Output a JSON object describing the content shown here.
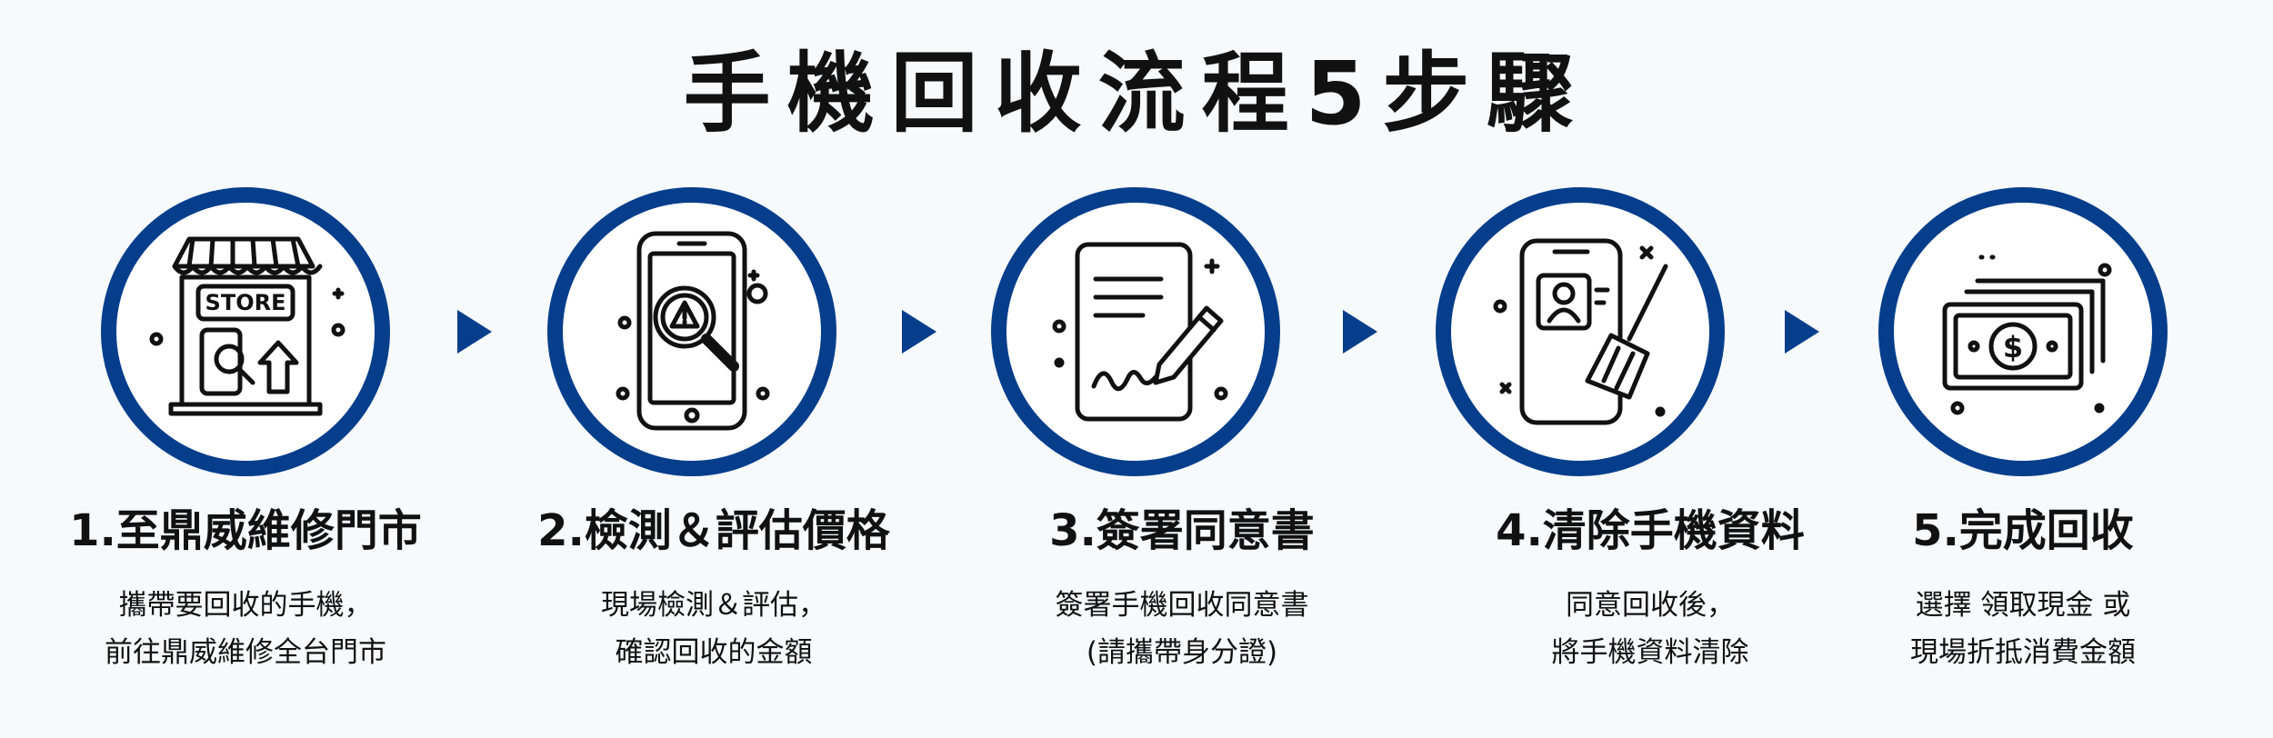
{
  "title": "手機回收流程5步驟",
  "accent_color": "#063e8c",
  "steps": [
    {
      "icon": "store-icon",
      "title": "1.至鼎威維修門市",
      "store_sign": "STORE",
      "desc1": "攜帶要回收的手機，",
      "desc2": "前往鼎威維修全台門市"
    },
    {
      "icon": "phone-inspect-icon",
      "title": "2.檢測＆評估價格",
      "desc1": "現場檢測＆評估，",
      "desc2": "確認回收的金額"
    },
    {
      "icon": "sign-document-icon",
      "title": "3.簽署同意書",
      "desc1": "簽署手機回收同意書",
      "desc2": "(請攜帶身分證)"
    },
    {
      "icon": "phone-clean-icon",
      "title": "4.清除手機資料",
      "desc1": "同意回收後，",
      "desc2": "將手機資料清除"
    },
    {
      "icon": "money-icon",
      "title": "5.完成回收",
      "desc1": "選擇 領取現金 或",
      "desc2": "現場折抵消費金額"
    }
  ]
}
